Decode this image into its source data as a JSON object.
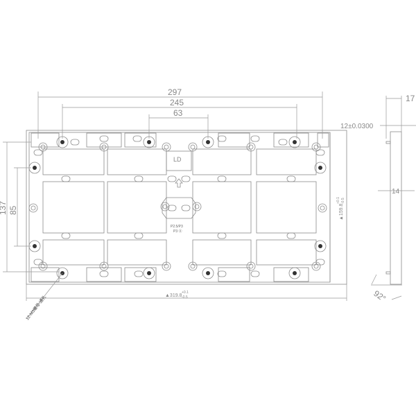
{
  "drawing": {
    "dimensions": {
      "width_top": "297",
      "width_mid": "245",
      "width_center": "63",
      "height_outer": "137",
      "height_inner": "85",
      "board_width": "▲319.8",
      "board_width_tol_plus": "+0.1",
      "board_width_tol_minus": "-0.5",
      "board_height": "▲159.8",
      "board_height_tol_plus": "+0.1",
      "board_height_tol_minus": "-0.5"
    },
    "side_view": {
      "thickness_total": "17",
      "step": "12±0.0300",
      "thickness_mid": "14",
      "angle": "92°"
    },
    "labels": {
      "ld": "LD",
      "model": "P2.5/P3",
      "model_sub": "P3 Ⓐ",
      "hole_note": "12-M3螺母-通孔"
    },
    "colors": {
      "line": "#8a8a8a",
      "hole": "#333333"
    }
  }
}
